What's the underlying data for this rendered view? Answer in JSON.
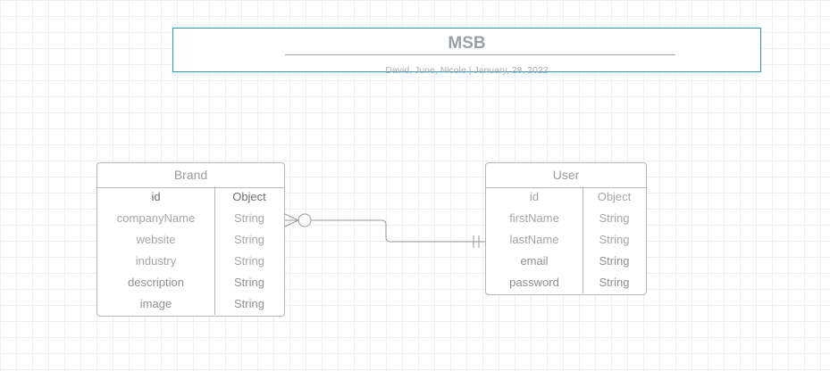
{
  "diagram": {
    "title": "MSB",
    "subtitle": "David, June, Nicole |  January, 28, 2022",
    "entities": [
      {
        "id": "brand",
        "name": "Brand",
        "fields": [
          {
            "name": "id",
            "type": "Object"
          },
          {
            "name": "companyName",
            "type": "String"
          },
          {
            "name": "website",
            "type": "String"
          },
          {
            "name": "industry",
            "type": "String"
          },
          {
            "name": "description",
            "type": "String"
          },
          {
            "name": "image",
            "type": "String"
          }
        ]
      },
      {
        "id": "user",
        "name": "User",
        "fields": [
          {
            "name": "id",
            "type": "Object"
          },
          {
            "name": "firstName",
            "type": "String"
          },
          {
            "name": "lastName",
            "type": "String"
          },
          {
            "name": "email",
            "type": "String"
          },
          {
            "name": "password",
            "type": "String"
          }
        ]
      }
    ],
    "relationships": [
      {
        "from": "brand",
        "to": "user",
        "from_cardinality": "zero-or-many",
        "to_cardinality": "exactly-one"
      }
    ],
    "colors": {
      "title_border": "#2a9bb3",
      "entity_border": "#b7b7b7",
      "connector": "#9a9a9a"
    }
  }
}
